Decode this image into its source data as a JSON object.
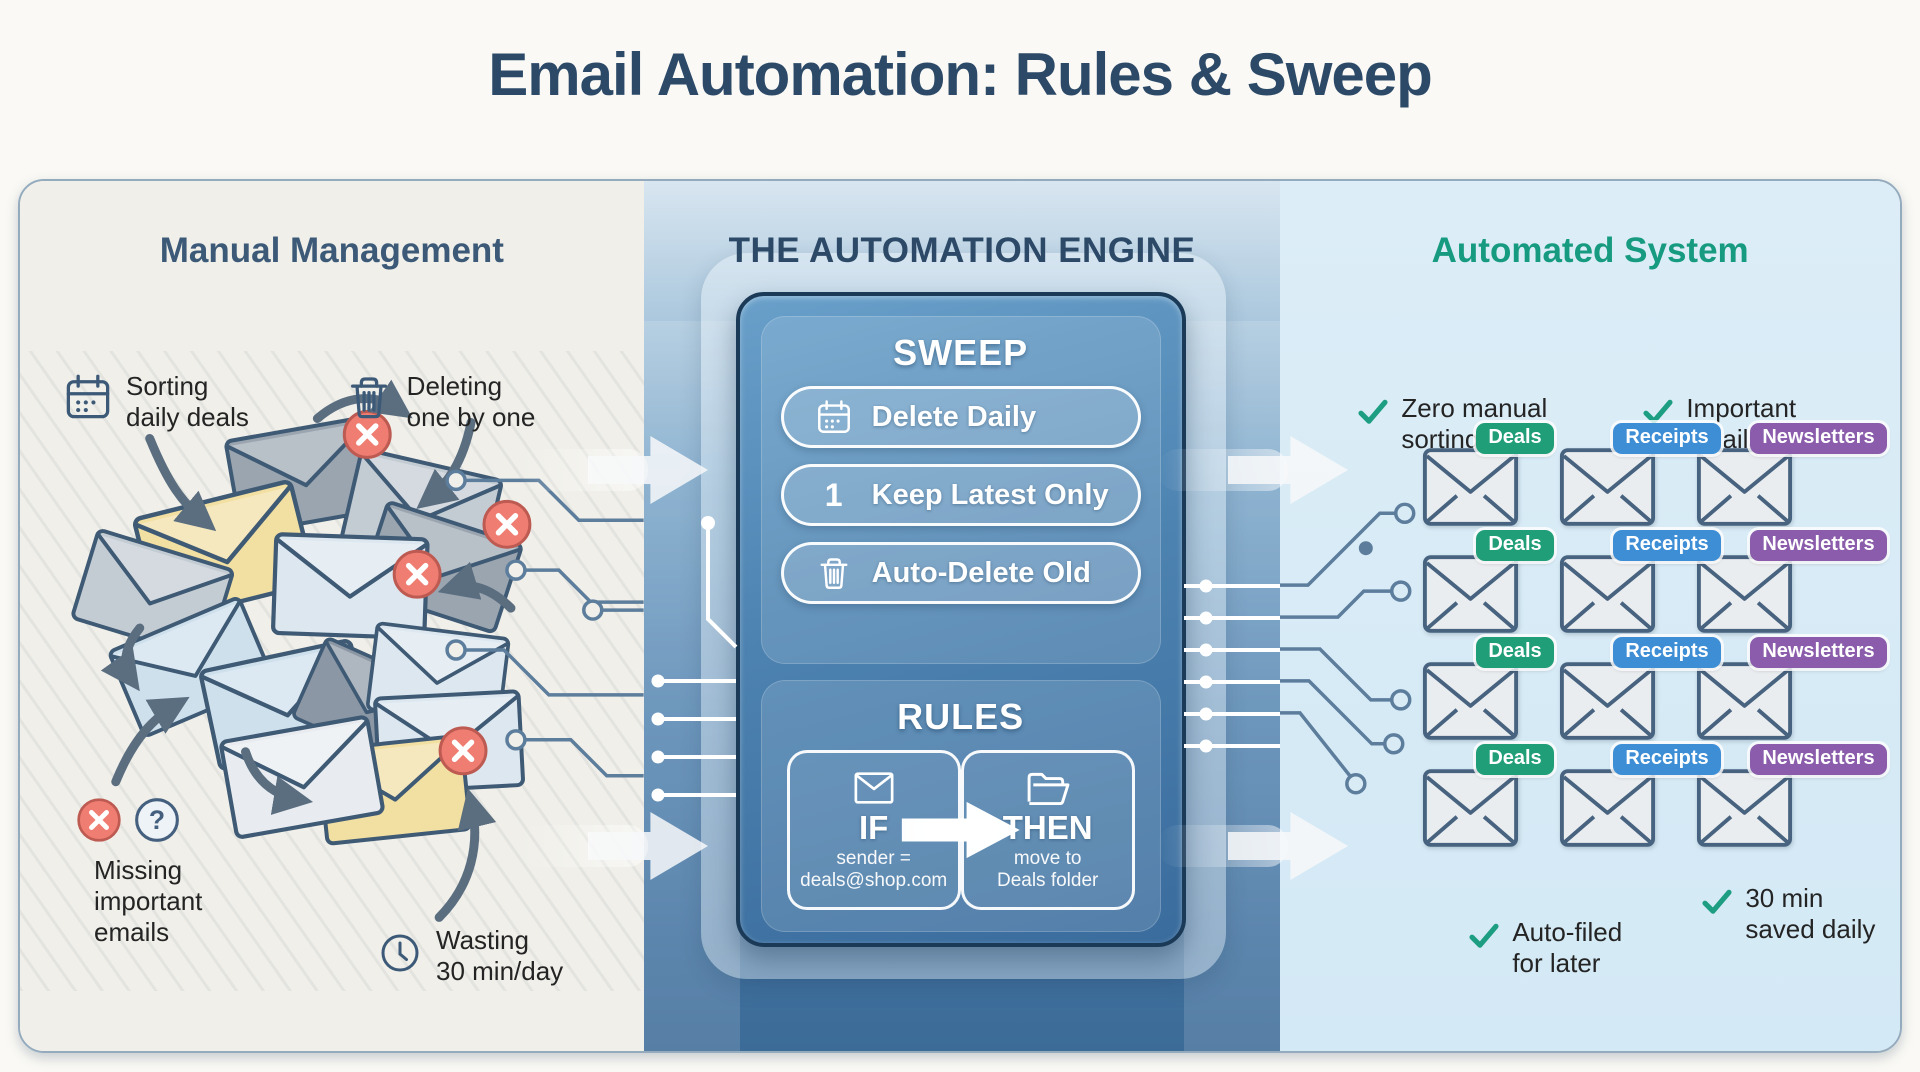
{
  "title": "Email Automation: Rules & Sweep",
  "palette": {
    "title_navy": "#2c4a68",
    "left_panel_bg": "#f0efe9",
    "engine_blue_top": "#d8e6f0",
    "engine_blue_bottom": "#3c6b97",
    "right_panel_bg": "#d7ebf6",
    "slate_outline": "#44607e",
    "green_accent": "#179b80",
    "red_badge": "#ef7d72",
    "envelope_yellow": "#f2dfa2",
    "envelope_blue": "#cfe0ed"
  },
  "left_panel": {
    "header": "Manual Management",
    "pains": [
      {
        "icon": "calendar-icon",
        "label": "Sorting\ndaily deals"
      },
      {
        "icon": "trash-icon",
        "label": "Deleting\none by one"
      }
    ],
    "missing_label": "Missing\nimportant\nemails",
    "question_glyph": "?",
    "wasting": {
      "icon": "clock-icon",
      "label": "Wasting\n30 min/day"
    }
  },
  "engine_panel": {
    "header": "THE AUTOMATION ENGINE",
    "sweep": {
      "title": "SWEEP",
      "buttons": [
        {
          "icon": "calendar-icon",
          "label": "Delete Daily"
        },
        {
          "icon": "number-one",
          "icon_text": "1",
          "label": "Keep Latest Only"
        },
        {
          "icon": "trash-icon",
          "label": "Auto-Delete Old"
        }
      ]
    },
    "rules": {
      "title": "RULES",
      "if_box": {
        "icon": "envelope-icon",
        "keyword": "IF",
        "condition": "sender =\ndeals@shop.com"
      },
      "then_box": {
        "icon": "folder-icon",
        "keyword": "THEN",
        "action": "move to\nDeals folder"
      }
    }
  },
  "auto_panel": {
    "header": "Automated System",
    "benefits_top": [
      {
        "label": "Zero manual\nsorting"
      },
      {
        "label": "Important\nemails visible"
      }
    ],
    "categories": [
      {
        "label": "Deals",
        "color": "#1f9e77"
      },
      {
        "label": "Receipts",
        "color": "#3e8ed6"
      },
      {
        "label": "Newsletters",
        "color": "#8a5cab"
      }
    ],
    "row_count": 4,
    "benefits_bottom": [
      {
        "label": "Auto-filed\nfor later"
      },
      {
        "label": "30 min\nsaved daily"
      }
    ]
  }
}
